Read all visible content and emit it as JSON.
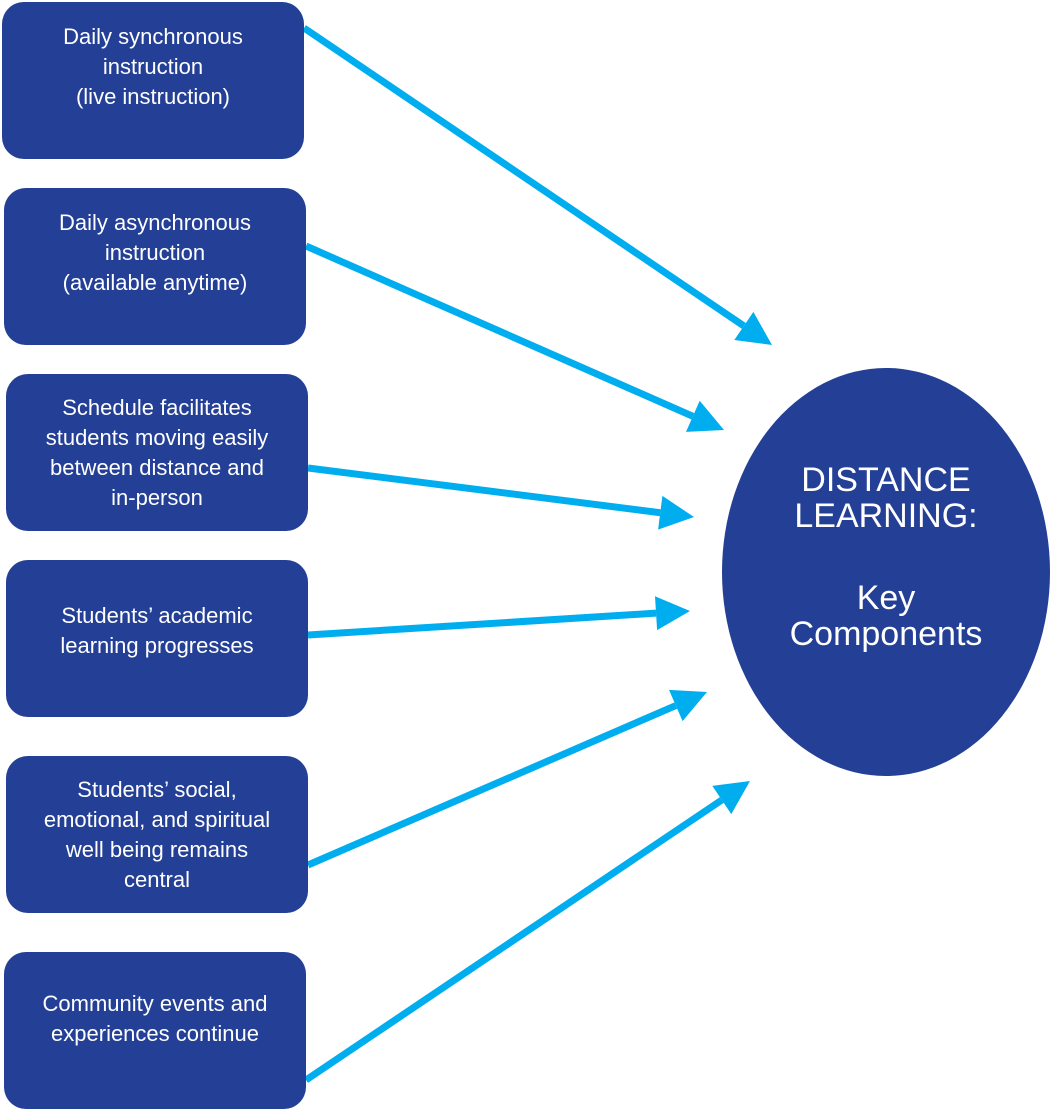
{
  "boxes": [
    {
      "label": "Daily synchronous\ninstruction\n(live instruction)"
    },
    {
      "label": "Daily asynchronous\ninstruction\n(available anytime)"
    },
    {
      "label": "Schedule facilitates\nstudents moving  easily\nbetween distance and\nin-person"
    },
    {
      "label": "Students’ academic\nlearning progresses"
    },
    {
      "label": "Students’ social,\nemotional, and spiritual\nwell being remains\ncentral"
    },
    {
      "label": "Community events and\nexperiences continue"
    }
  ],
  "center": {
    "title": "DISTANCE\nLEARNING:",
    "subtitle": "Key\nComponents"
  },
  "colors": {
    "box_fill": "#233f96",
    "arrow": "#00aeef",
    "text": "#ffffff"
  }
}
